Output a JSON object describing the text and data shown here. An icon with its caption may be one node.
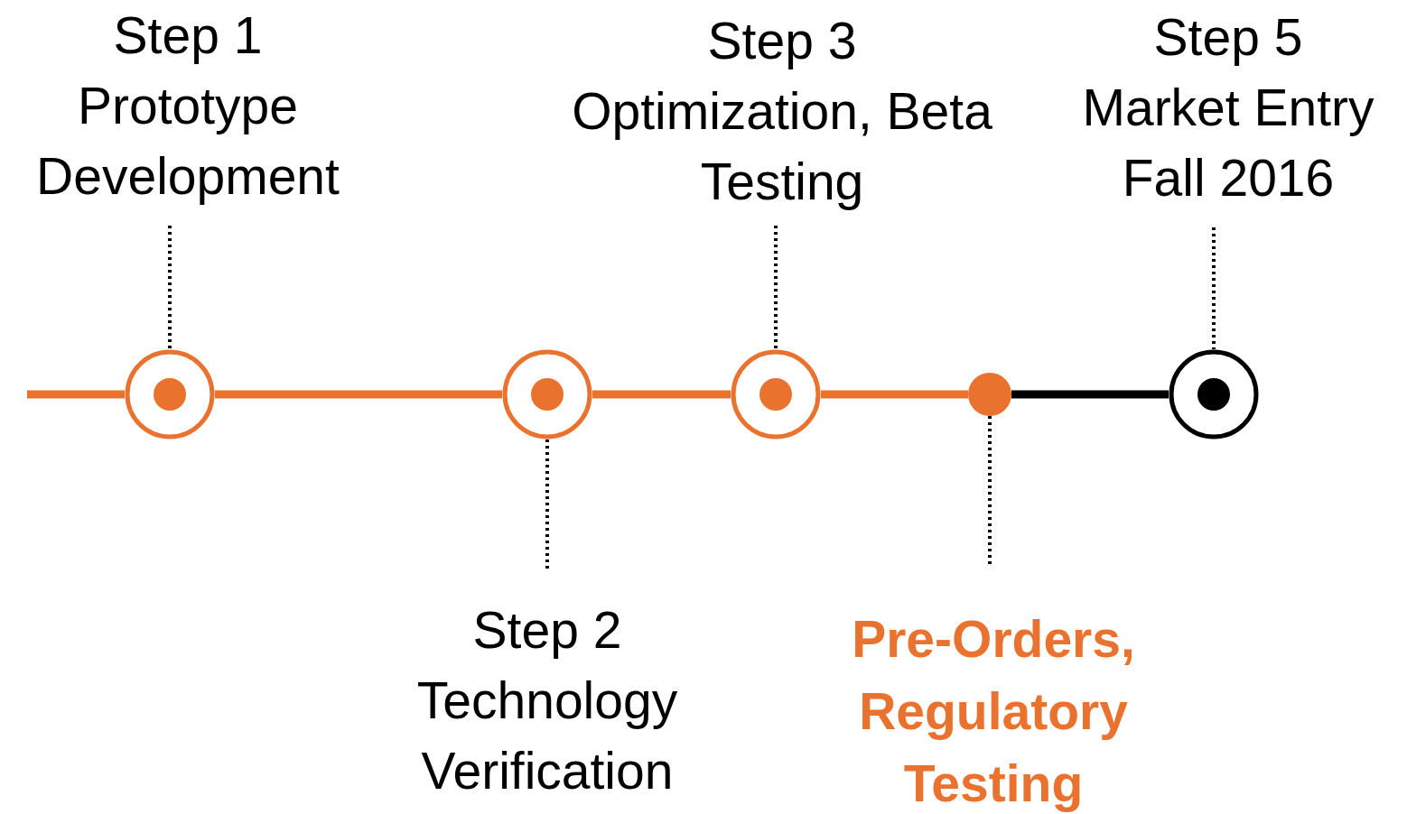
{
  "diagram": {
    "nodes": [
      {
        "text": [
          "Step 1",
          "Prototype Development"
        ]
      },
      {
        "text": [],
        "shape": "circle"
      },
      {
        "text": [
          "Step 2",
          "Technology Verification"
        ]
      },
      {
        "text": [],
        "shape": "circle"
      },
      {
        "text": [
          "Step 3",
          "Optimization, Beta Testing"
        ]
      },
      {
        "text": [],
        "shape": "circle"
      },
      {
        "text": [
          "Pre-Orders, Regulatory Testing"
        ]
      },
      {
        "text": [],
        "shape": "circle"
      },
      {
        "text": [
          "Step 5",
          "Market Entry Fall 2016"
        ]
      },
      {
        "text": [],
        "shape": "circle"
      }
    ],
    "edges": [
      {
        "from": null,
        "to": 1,
        "arrow": "none",
        "style": "thick",
        "color": "#e9722e"
      },
      {
        "from": 1,
        "to": 3,
        "arrow": "none",
        "style": "thick",
        "color": "#e9722e"
      },
      {
        "from": 3,
        "to": 5,
        "arrow": "none",
        "style": "thick",
        "color": "#e9722e"
      },
      {
        "from": 5,
        "to": 7,
        "arrow": "none",
        "style": "thick",
        "color": "#e9722e"
      },
      {
        "from": 7,
        "to": 9,
        "arrow": "none",
        "style": "thick"
      },
      {
        "from": 0,
        "to": 1,
        "arrow": "none",
        "style": "dashed"
      },
      {
        "from": 3,
        "to": 2,
        "arrow": "none",
        "style": "dashed"
      },
      {
        "from": 4,
        "to": 5,
        "arrow": "none",
        "style": "dashed"
      },
      {
        "from": 7,
        "to": 6,
        "arrow": "none",
        "style": "dashed"
      },
      {
        "from": 8,
        "to": 9,
        "arrow": "none",
        "style": "dashed"
      }
    ]
  }
}
